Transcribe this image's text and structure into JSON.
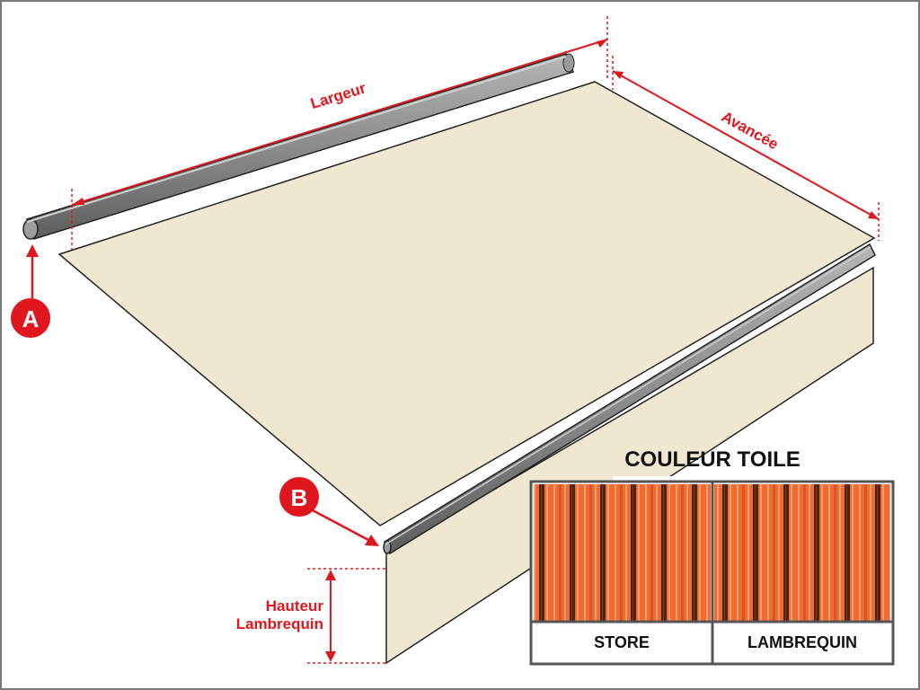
{
  "labels": {
    "width": "Largeur",
    "projection": "Avancée",
    "valance_height_line1": "Hauteur",
    "valance_height_line2": "Lambrequin"
  },
  "markers": {
    "a": "A",
    "b": "B"
  },
  "swatch_panel": {
    "title": "COULEUR TOILE",
    "items": [
      {
        "label": "STORE"
      },
      {
        "label": "LAMBREQUIN"
      }
    ]
  },
  "colors": {
    "dimension_red": "#e0161e",
    "canvas_beige": "#efe7d0",
    "roller_gray": "#8a8a8a",
    "stripe_orange": "#f26b32",
    "stripe_brown": "#4a2410",
    "frame_gray": "#666666"
  }
}
